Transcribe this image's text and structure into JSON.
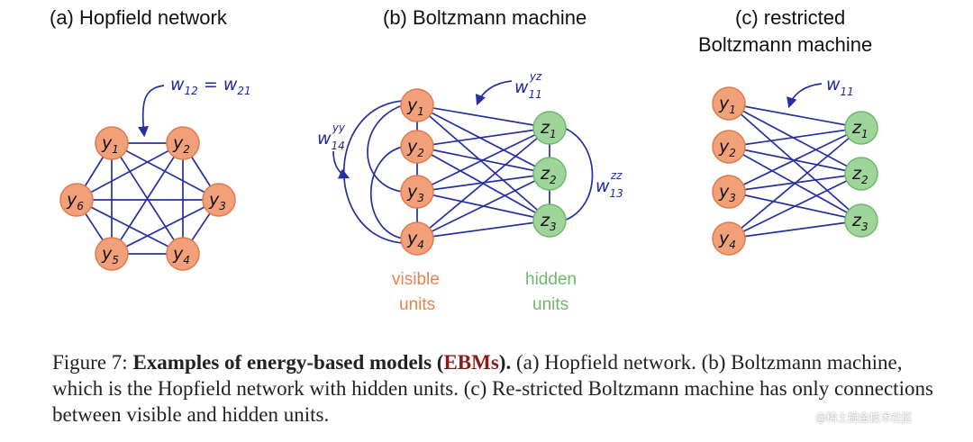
{
  "panels": {
    "a": {
      "title": "(a) Hopfield network"
    },
    "b": {
      "title": "(b) Boltzmann machine"
    },
    "c": {
      "title_line1": "(c) restricted",
      "title_line2": "Boltzmann machine"
    }
  },
  "hopfield": {
    "nodes": [
      "y1",
      "y2",
      "y3",
      "y4",
      "y5",
      "y6"
    ],
    "weight_label": "w12 = w21"
  },
  "boltzmann": {
    "visible": [
      "y1",
      "y2",
      "y3",
      "y4"
    ],
    "hidden": [
      "z1",
      "z2",
      "z3"
    ],
    "w_yz": "w11 yz",
    "w_yy": "w14 yy",
    "w_zz": "w13 zz",
    "visible_label": [
      "visible",
      "units"
    ],
    "hidden_label": [
      "hidden",
      "units"
    ]
  },
  "rbm": {
    "visible": [
      "y1",
      "y2",
      "y3",
      "y4"
    ],
    "hidden": [
      "z1",
      "z2",
      "z3"
    ],
    "w": "w11"
  },
  "caption": {
    "prefix": "Figure 7:",
    "bold": "Examples of energy-based models (",
    "ebm": "EBMs",
    "bold_end": ").",
    "rest": " (a) Hopfield network. (b) Boltzmann machine, which is the Hopfield network with hidden units. (c) Re-stricted Boltzmann machine has only connections between visible and hidden units."
  },
  "watermark": "@稀土掘金技术社区",
  "colors": {
    "visible": "#f1a07a",
    "hidden": "#9fd49a",
    "edges": "#2630a0",
    "ebm": "#8b1a1a"
  }
}
